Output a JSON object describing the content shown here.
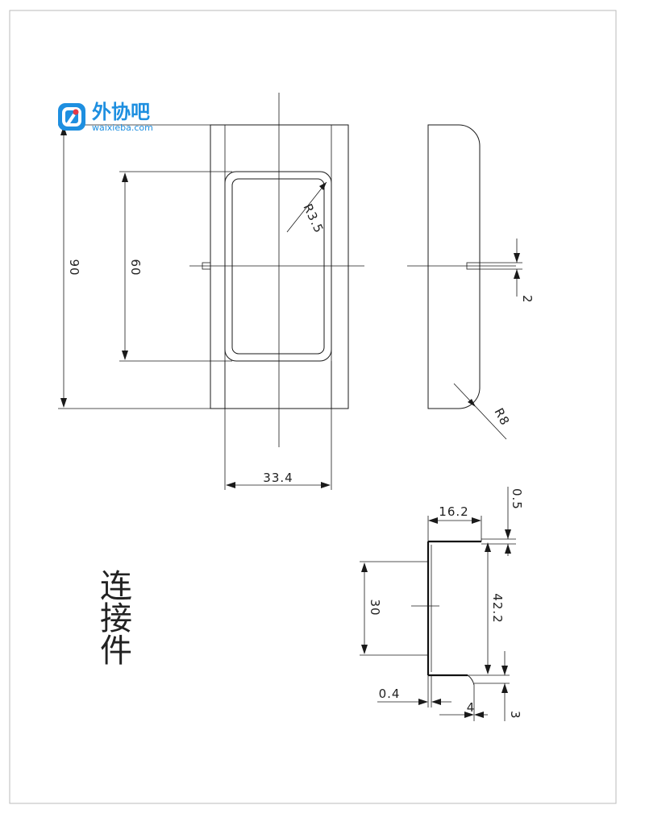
{
  "logo": {
    "name_cn": "外协吧",
    "url": "waixieba.com"
  },
  "title": "连接件",
  "dimensions": {
    "height_total": "90",
    "height_inner": "60",
    "corner_inner": "R3.5",
    "width_inner": "33.4",
    "slot_width": "2",
    "corner_outer": "R8",
    "section_depth": "16.2",
    "section_top_gap": "0.5",
    "section_height": "30",
    "section_height_total": "42.2",
    "wall_thickness": "0.4",
    "lip_width": "4",
    "lip_height": "3"
  },
  "colors": {
    "line": "#1a1a1a",
    "brand": "#1e8fe0",
    "dot": "#e63946"
  }
}
